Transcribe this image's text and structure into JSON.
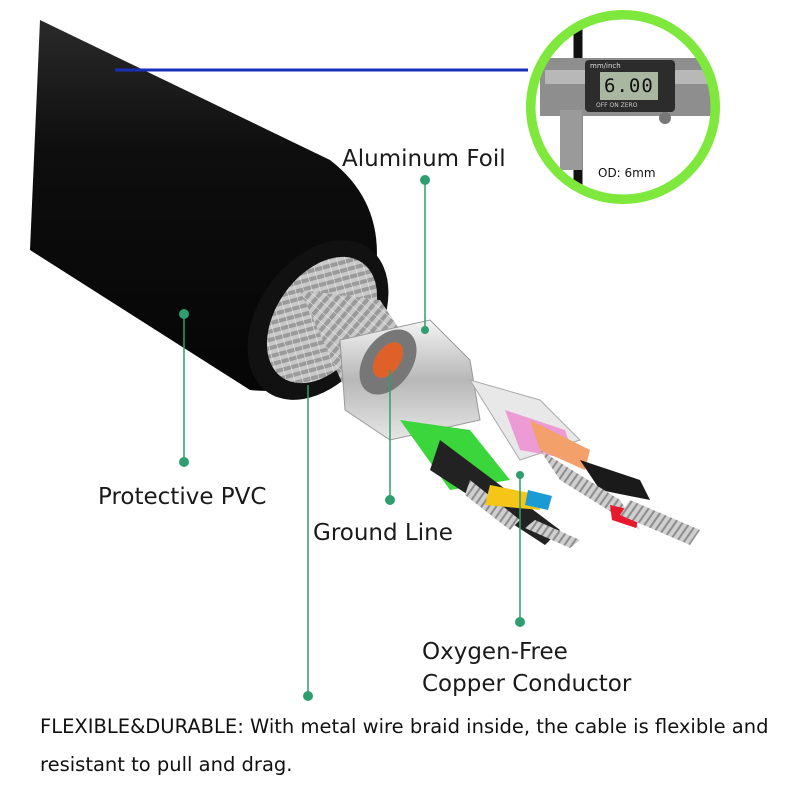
{
  "labels": {
    "aluminum_foil": "Aluminum Foil",
    "protective_pvc": "Protective PVC",
    "ground_line": "Ground Line",
    "copper_line1": "Oxygen-Free",
    "copper_line2": "Copper Conductor"
  },
  "inset": {
    "od_text": "OD: 6mm",
    "lcd_reading": "6.00",
    "lcd_units": "mm/inch",
    "lcd_buttons": "OFF   ON   ZERO"
  },
  "caption": "FLEXIBLE&DURABLE: With metal wire braid inside, the cable is flexible and resistant to pull and drag.",
  "colors": {
    "accent_green": "#2e9e6e",
    "inset_ring": "#7ee83c",
    "cable_jacket": "#141414",
    "measure_line": "#1a2fb8"
  },
  "icons": [
    "callout-dot",
    "caliper-icon"
  ]
}
